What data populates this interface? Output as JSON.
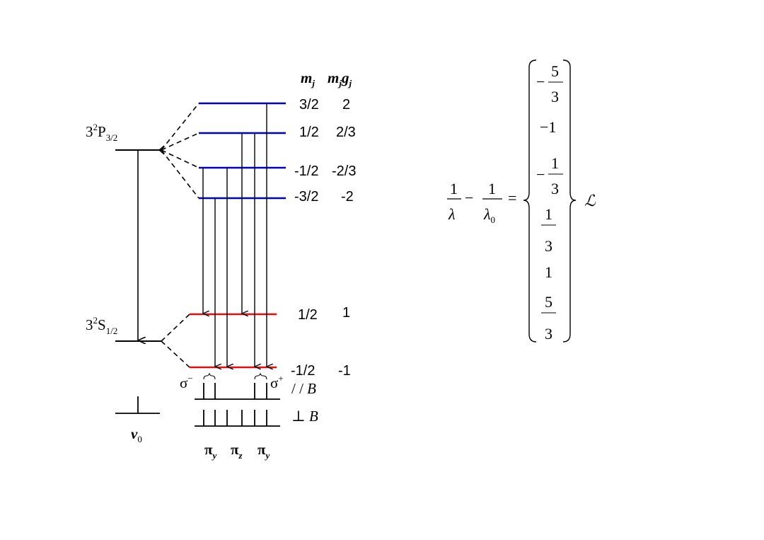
{
  "colors": {
    "upper_levels": "#0000c0",
    "lower_levels": "#e01010",
    "lines": "#000000"
  },
  "header": {
    "mj": "m",
    "mj_sub": "j",
    "mjgj": "m",
    "mjgj_sub1": "j",
    "mjgj_g": "g",
    "mjgj_sub2": "j"
  },
  "terms": {
    "upper": {
      "prefix": "3",
      "sup": "2",
      "letter": "P",
      "sub": "3/2"
    },
    "lower": {
      "prefix": "3",
      "sup": "2",
      "letter": "S",
      "sub": "1/2"
    }
  },
  "upper_levels": [
    {
      "mj": "3/2",
      "mjgj": "2"
    },
    {
      "mj": "1/2",
      "mjgj": "2/3"
    },
    {
      "mj": "-1/2",
      "mjgj": "-2/3"
    },
    {
      "mj": "-3/2",
      "mjgj": "-2"
    }
  ],
  "lower_levels": [
    {
      "mj": "1/2",
      "mjgj": "1"
    },
    {
      "mj": "-1/2",
      "mjgj": "-1"
    }
  ],
  "polarization": {
    "sigma_minus": "σ",
    "sigma_minus_sup": "−",
    "sigma_plus": "σ",
    "sigma_plus_sup": "+",
    "parallel": "/ / ",
    "parallel_b": "B",
    "perp": "⊥ ",
    "perp_b": "B",
    "nu0": "ν",
    "nu0_sub": "0",
    "pi_y1": "π",
    "pi_y1_sub": "y",
    "pi_z": "π",
    "pi_z_sub": "z",
    "pi_y2": "π",
    "pi_y2_sub": "y"
  },
  "formula": {
    "num1": "1",
    "den1": "λ",
    "minus": "−",
    "num2": "1",
    "den2": "λ",
    "den2_sub": "0",
    "equals": "=",
    "values": [
      {
        "sign": "−",
        "num": "5",
        "den": "3"
      },
      {
        "sign": "",
        "plain": "−1"
      },
      {
        "sign": "−",
        "num": "1",
        "den": "3"
      },
      {
        "sign": "",
        "num": "1",
        "den": "3"
      },
      {
        "sign": "",
        "plain": "1"
      },
      {
        "sign": "",
        "num": "5",
        "den": "3"
      }
    ],
    "symbol": "ℒ"
  }
}
